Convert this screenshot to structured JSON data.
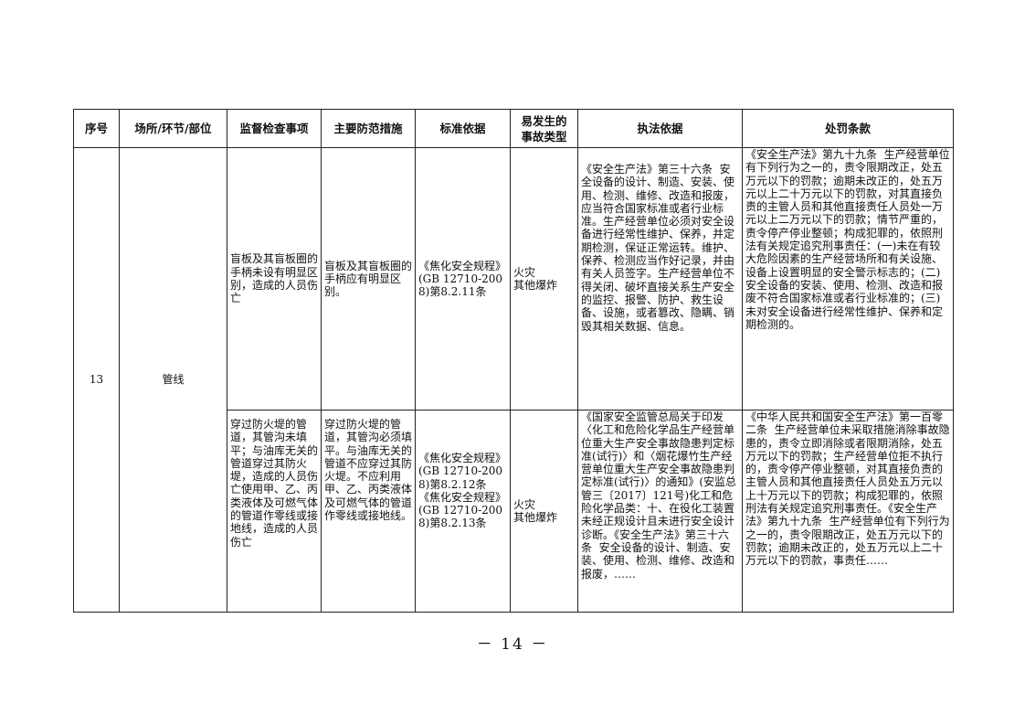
{
  "table": {
    "headers": [
      "序号",
      "场所/环节/部位",
      "监督检查事项",
      "主要防范措施",
      "标准依据",
      "易发生的\n事故类型",
      "执法依据",
      "处罚条款"
    ],
    "seq": "13",
    "location": "管线",
    "rows": [
      {
        "item": "盲板及其盲板圈的手柄未设有明显区别，造成的人员伤亡",
        "measure": "盲板及其盲板圈的手柄应有明显区别。",
        "standard": "《焦化安全规程》(GB 12710-2008)第8.2.11条",
        "accident": "火灾\n其他爆炸",
        "law": "《安全生产法》第三十六条  安全设备的设计、制造、安装、使用、检测、维修、改造和报废，应当符合国家标准或者行业标准。生产经营单位必须对安全设备进行经常性维护、保养，并定期检测，保证正常运转。维护、保养、检测应当作好记录，并由有关人员签字。生产经营单位不得关闭、破坏直接关系生产安全的监控、报警、防护、救生设备、设施，或者篡改、隐瞒、销毁其相关数据、信息。",
        "penalty": "《安全生产法》第九十九条  生产经营单位有下列行为之一的，责令限期改正，处五万元以下的罚款；逾期未改正的，处五万元以上二十万元以下的罚款，对其直接负责的主管人员和其他直接责任人员处一万元以上二万元以下的罚款；情节严重的，责令停产停业整顿；构成犯罪的，依照刑法有关规定追究刑事责任：(一)未在有较大危险因素的生产经营场所和有关设施、设备上设置明显的安全警示标志的；(二)安全设备的安装、使用、检测、改造和报废不符合国家标准或者行业标准的；(三)未对安全设备进行经常性维护、保养和定期检测的。"
      },
      {
        "item": "穿过防火堤的管道，其管沟未填平；与油库无关的管道穿过其防火堤，造成的人员伤亡使用甲、乙、丙类液体及可燃气体的管道作零线或接地线，造成的人员伤亡",
        "measure": "穿过防火堤的管道，其管沟必须填平。与油库无关的管道不应穿过其防火堤。不应利用甲、乙、丙类液体及可燃气体的管道作零线或接地线。",
        "standard": "《焦化安全规程》(GB 12710-2008)第8.2.12条《焦化安全规程》(GB 12710-2008)第8.2.13条",
        "accident": "火灾\n其他爆炸",
        "law": "《国家安全监管总局关于印发〈化工和危险化学品生产经营单位重大生产安全事故隐患判定标准(试行)〉和〈烟花爆竹生产经营单位重大生产安全事故隐患判定标准(试行)〉的通知》(安监总管三〔2017〕121号)化工和危险化学品类：十、在役化工装置未经正规设计且未进行安全设计诊断。《安全生产法》第三十六条  安全设备的设计、制造、安装、使用、检测、维修、改造和报废，……",
        "penalty": "《中华人民共和国安全生产法》第一百零二条  生产经营单位未采取措施消除事故隐患的，责令立即消除或者限期消除，处五万元以下的罚款；生产经营单位拒不执行的，责令停产停业整顿，对其直接负责的主管人员和其他直接责任人员处五万元以上十万元以下的罚款；构成犯罪的，依照刑法有关规定追究刑事责任。《安全生产法》第九十九条  生产经营单位有下列行为之一的，责令限期改正，处五万元以下的罚款；逾期未改正的，处五万元以上二十万元以下的罚款，事责任……"
      }
    ]
  },
  "page_number": "－ 14 －"
}
